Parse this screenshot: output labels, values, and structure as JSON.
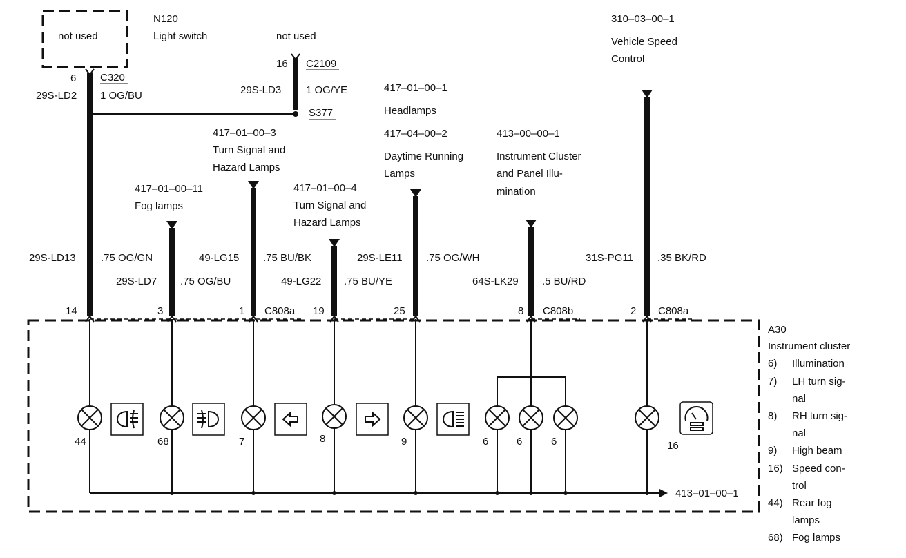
{
  "top": {
    "not_used_left": "not used",
    "n120_id": "N120",
    "n120_name": "Light switch",
    "not_used_mid": "not used",
    "vsc_ref": "310–03–00–1",
    "vsc_line1": "Vehicle Speed",
    "vsc_line2": "Control"
  },
  "pins_top": {
    "pin6": "6",
    "c320": "C320",
    "wire_29s_ld2": "29S-LD2",
    "wire_1_og_bu": "1 OG/BU",
    "pin16": "16",
    "c2109": "C2109",
    "wire_29s_ld3": "29S-LD3",
    "wire_1_og_ye": "1 OG/YE",
    "s377": "S377"
  },
  "refs": {
    "ref_417_01_00_3": "417–01–00–3",
    "turn_sig_1a": "Turn Signal and",
    "turn_sig_1b": "Hazard Lamps",
    "ref_417_01_00_11": "417–01–00–11",
    "fog_lamps": "Fog lamps",
    "ref_417_01_00_4": "417–01–00–4",
    "turn_sig_2a": "Turn Signal and",
    "turn_sig_2b": "Hazard Lamps",
    "ref_417_01_00_1": "417–01–00–1",
    "headlamps": "Headlamps",
    "ref_417_04_00_2": "417–04–00–2",
    "drl_a": "Daytime Running",
    "drl_b": "Lamps",
    "ref_413_00_00_1": "413–00–00–1",
    "ic_a": "Instrument Cluster",
    "ic_b": "and Panel Illu-",
    "ic_c": "mination"
  },
  "wires": {
    "w_29s_ld13": "29S-LD13",
    "w_075_og_gn": ".75 OG/GN",
    "w_29s_ld7": "29S-LD7",
    "w_075_og_bu": ".75 OG/BU",
    "w_49_lg15": "49-LG15",
    "w_075_bu_bk": ".75 BU/BK",
    "w_49_lg22": "49-LG22",
    "w_075_bu_ye": ".75 BU/YE",
    "w_29s_le11": "29S-LE11",
    "w_075_og_wh": ".75 OG/WH",
    "w_64s_lk29": "64S-LK29",
    "w_05_bu_rd": ".5 BU/RD",
    "w_31s_pg11": "31S-PG11",
    "w_035_bk_rd": ".35 BK/RD"
  },
  "pins": {
    "p14": "14",
    "p3": "3",
    "p1": "1",
    "c808a_1": "C808a",
    "p19": "19",
    "p25": "25",
    "p8": "8",
    "c808b": "C808b",
    "p2": "2",
    "c808a_2": "C808a"
  },
  "lamps": {
    "l44": "44",
    "l68": "68",
    "l7": "7",
    "l8": "8",
    "l9": "9",
    "l6a": "6",
    "l6b": "6",
    "l6c": "6",
    "l16": "16"
  },
  "ground_ref": "413–01–00–1",
  "legend": {
    "a30": "A30",
    "title": "Instrument cluster",
    "items": [
      {
        "num": "6)",
        "l1": "Illumination",
        "l2": ""
      },
      {
        "num": "7)",
        "l1": "LH turn sig-",
        "l2": "nal"
      },
      {
        "num": "8)",
        "l1": "RH turn sig-",
        "l2": "nal"
      },
      {
        "num": "9)",
        "l1": "High beam",
        "l2": ""
      },
      {
        "num": "16)",
        "l1": "Speed con-",
        "l2": "trol"
      },
      {
        "num": "44)",
        "l1": "Rear fog",
        "l2": "lamps"
      },
      {
        "num": "68)",
        "l1": "Fog lamps",
        "l2": ""
      }
    ]
  }
}
